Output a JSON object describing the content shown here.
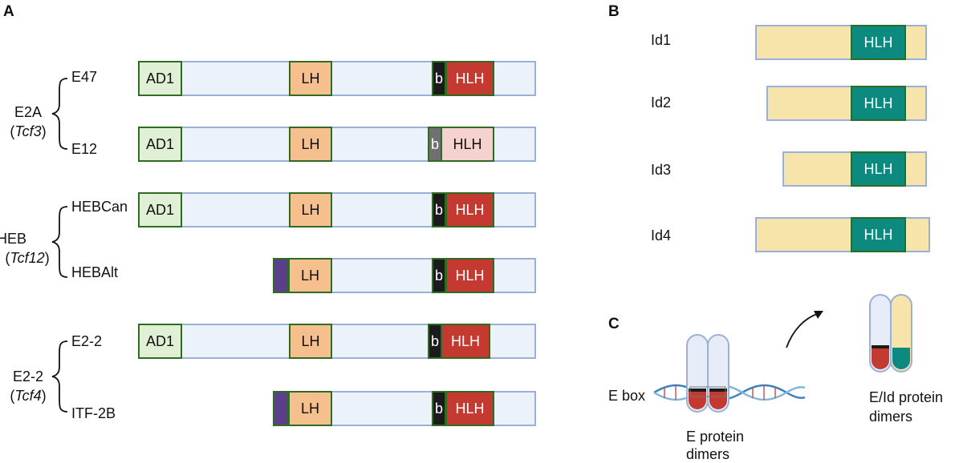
{
  "panels": {
    "a": "A",
    "b": "B",
    "c": "C"
  },
  "groups": {
    "e2a": {
      "name": "E2A",
      "gene": "Tcf3"
    },
    "heb": {
      "name": "HEB",
      "gene": "Tcf12"
    },
    "e22": {
      "name": "E2-2",
      "gene": "Tcf4"
    }
  },
  "proteins": {
    "e47": "E47",
    "e12": "E12",
    "hebcan": "HEBCan",
    "hebalt": "HEBAlt",
    "e22": "E2-2",
    "itf2b": "ITF-2B"
  },
  "domains": {
    "ad1": "AD1",
    "lh": "LH",
    "b": "b",
    "hlh": "HLH"
  },
  "id_proteins": [
    "Id1",
    "Id2",
    "Id3",
    "Id4"
  ],
  "panel_c": {
    "ebox": "E box",
    "e_dimers": "E protein dimers",
    "eid_dimers": "E/Id  protein dimers"
  },
  "colors": {
    "ad1": "#dff0d4",
    "lh": "#f5bf8e",
    "hlh": "#c43a31",
    "basic": "#1b1b1b",
    "id_bar": "#f7e4aa",
    "id_hlh": "#0c8a80",
    "protein_bar": "#ecf2fa"
  }
}
